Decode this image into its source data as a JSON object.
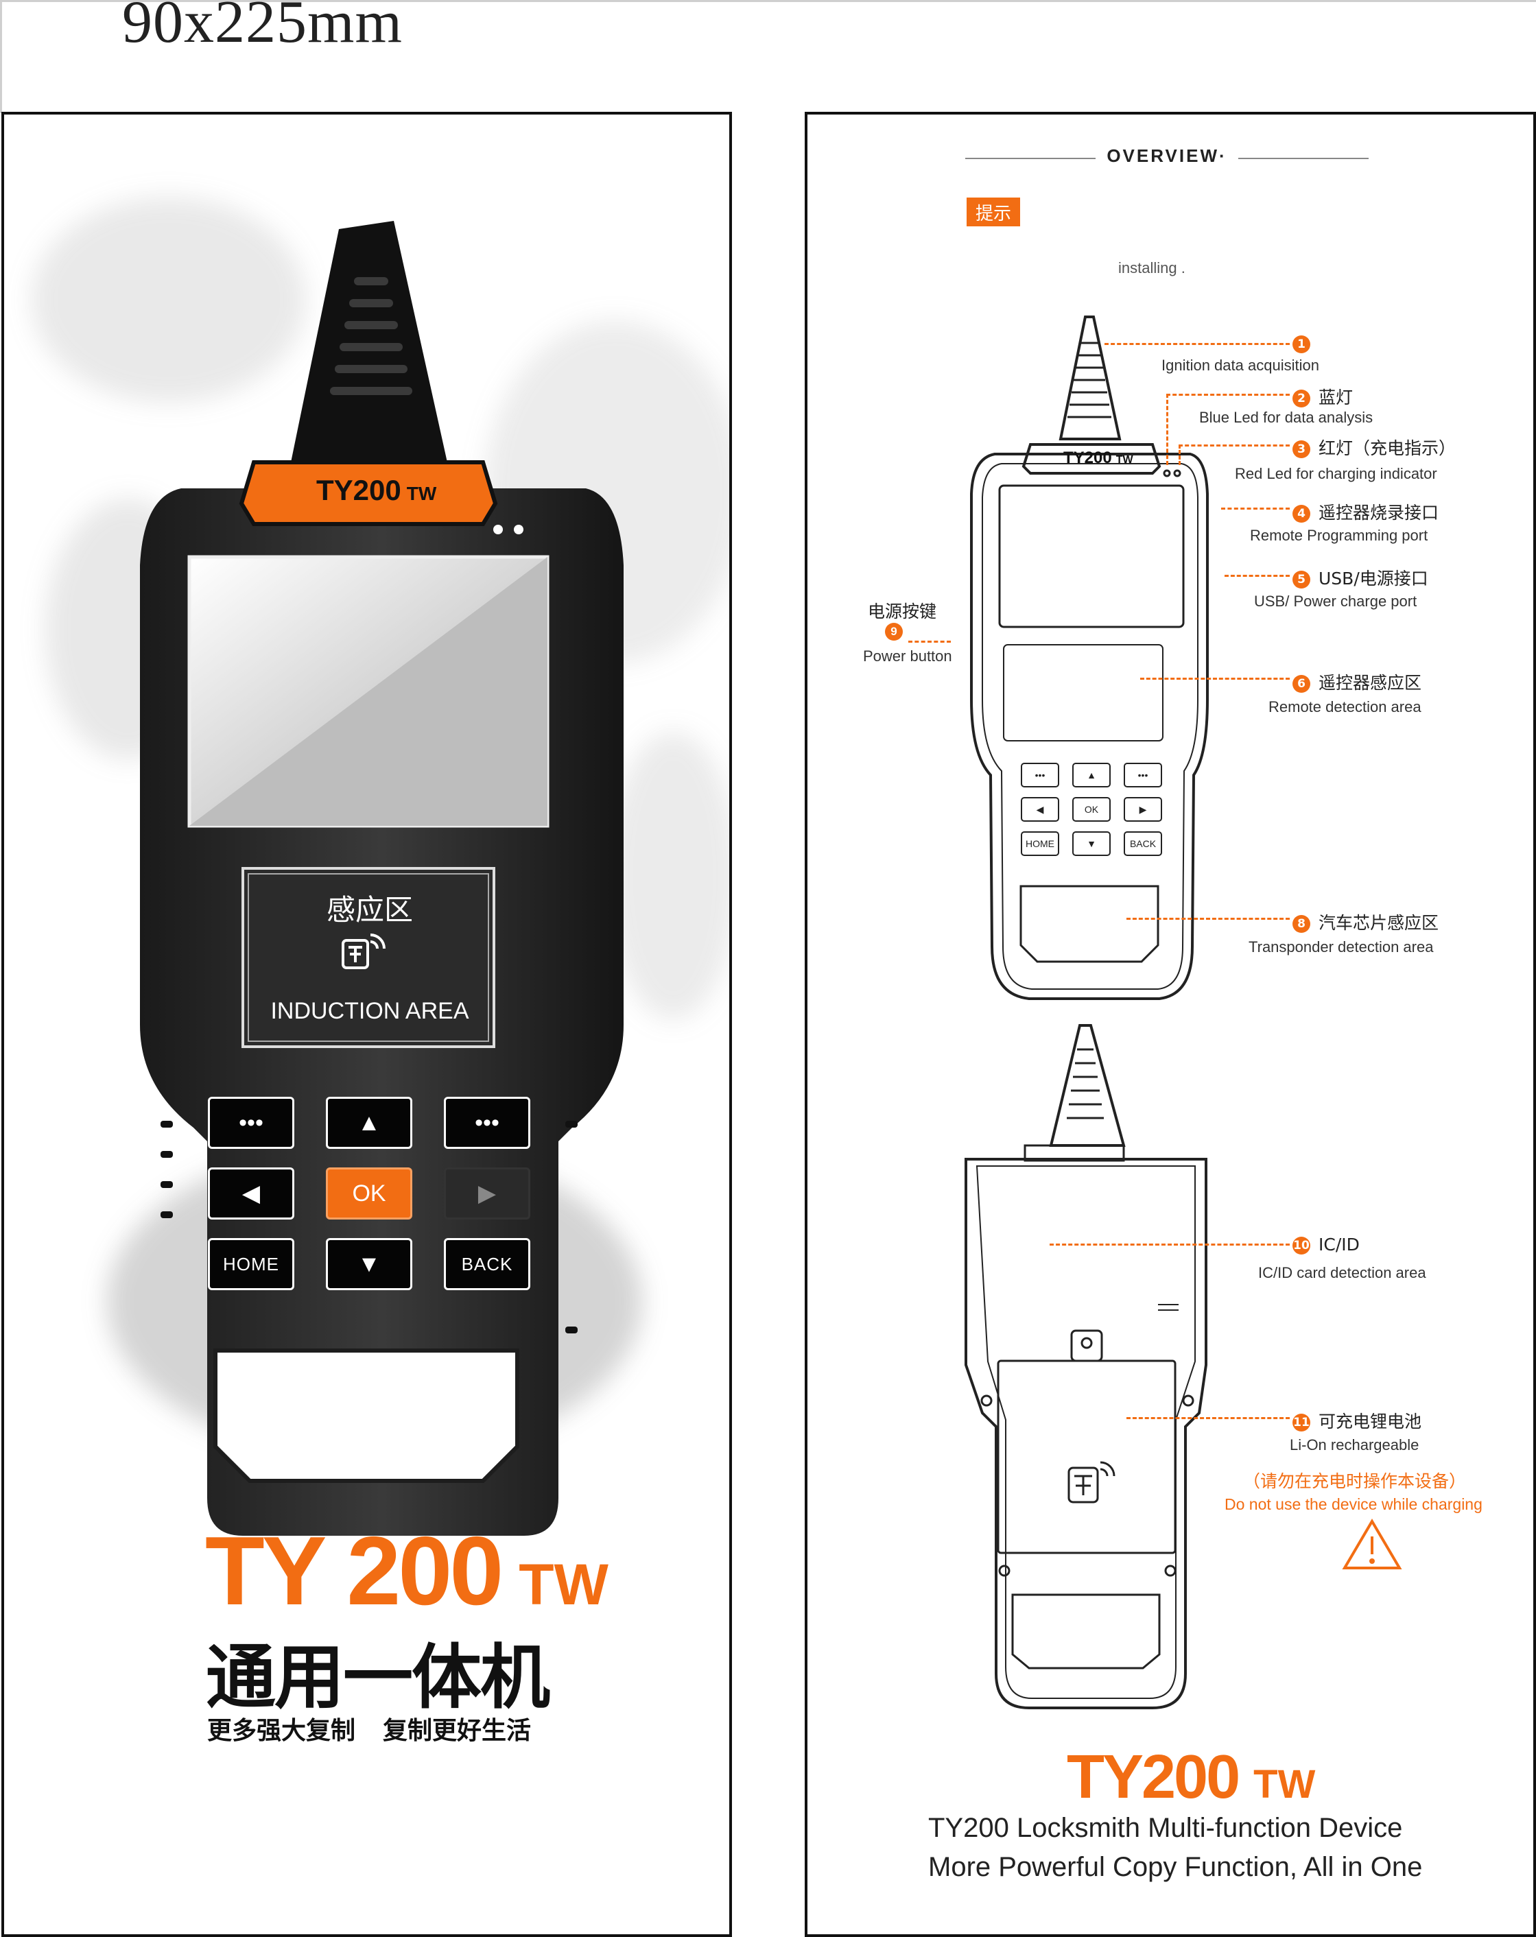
{
  "header": {
    "size_label": "90x225mm"
  },
  "left": {
    "device": {
      "brand": "TY200",
      "brand_suffix": "TW",
      "induction_cn": "感应区",
      "induction_en": "INDUCTION AREA",
      "keys": {
        "more_left": "•••",
        "up": "▲",
        "more_right": "•••",
        "left": "◀",
        "ok": "OK",
        "right_dim": "▶",
        "home": "HOME",
        "down": "▼",
        "back": "BACK"
      }
    },
    "title": "TY 200",
    "title_suffix": "TW",
    "subtitle_cn": "通用一体机",
    "slogan_a": "更多强大复制",
    "slogan_b": "复制更好生活"
  },
  "right": {
    "overview_title": "OVERVIEW·",
    "tip_badge": "提示",
    "tip_text": "installing .",
    "device_brand": "TY200",
    "device_brand_suffix": "TW",
    "mini_keys": [
      "•••",
      "▲",
      "•••",
      "◀",
      "OK",
      "▶",
      "HOME",
      "▼",
      "BACK"
    ],
    "callouts": [
      {
        "num": "1",
        "cn": "",
        "en": "Ignition data acquisition"
      },
      {
        "num": "2",
        "cn": "蓝灯",
        "en": "Blue Led for data analysis"
      },
      {
        "num": "3",
        "cn": "红灯（充电指示）",
        "en": "Red Led for charging indicator"
      },
      {
        "num": "4",
        "cn": "遥控器烧录接口",
        "en": "Remote Programming port"
      },
      {
        "num": "5",
        "cn": "USB/电源接口",
        "en": "USB/ Power charge port"
      },
      {
        "num": "6",
        "cn": "遥控器感应区",
        "en": "Remote detection area"
      },
      {
        "num": "8",
        "cn": "汽车芯片感应区",
        "en": "Transponder detection area"
      },
      {
        "num": "9",
        "cn": "电源按键",
        "en": "Power button"
      },
      {
        "num": "10",
        "cn": "IC/ID",
        "en": "IC/ID card detection area"
      },
      {
        "num": "11",
        "cn": "可充电锂电池",
        "en": "Li-On rechargeable"
      }
    ],
    "warning_cn": "（请勿在充电时操作本设备）",
    "warning_en": "Do not use the device while charging",
    "title": "TY200",
    "title_suffix": "TW",
    "sub1": "TY200 Locksmith Multi-function Device",
    "sub2": "More Powerful Copy Function, All in One"
  },
  "colors": {
    "accent": "#f26d13",
    "device_body": "#111111",
    "screen": "#c9c9c9"
  },
  "icons": [
    "warning-icon",
    "ty-logo-icon",
    "wireless-icon"
  ]
}
